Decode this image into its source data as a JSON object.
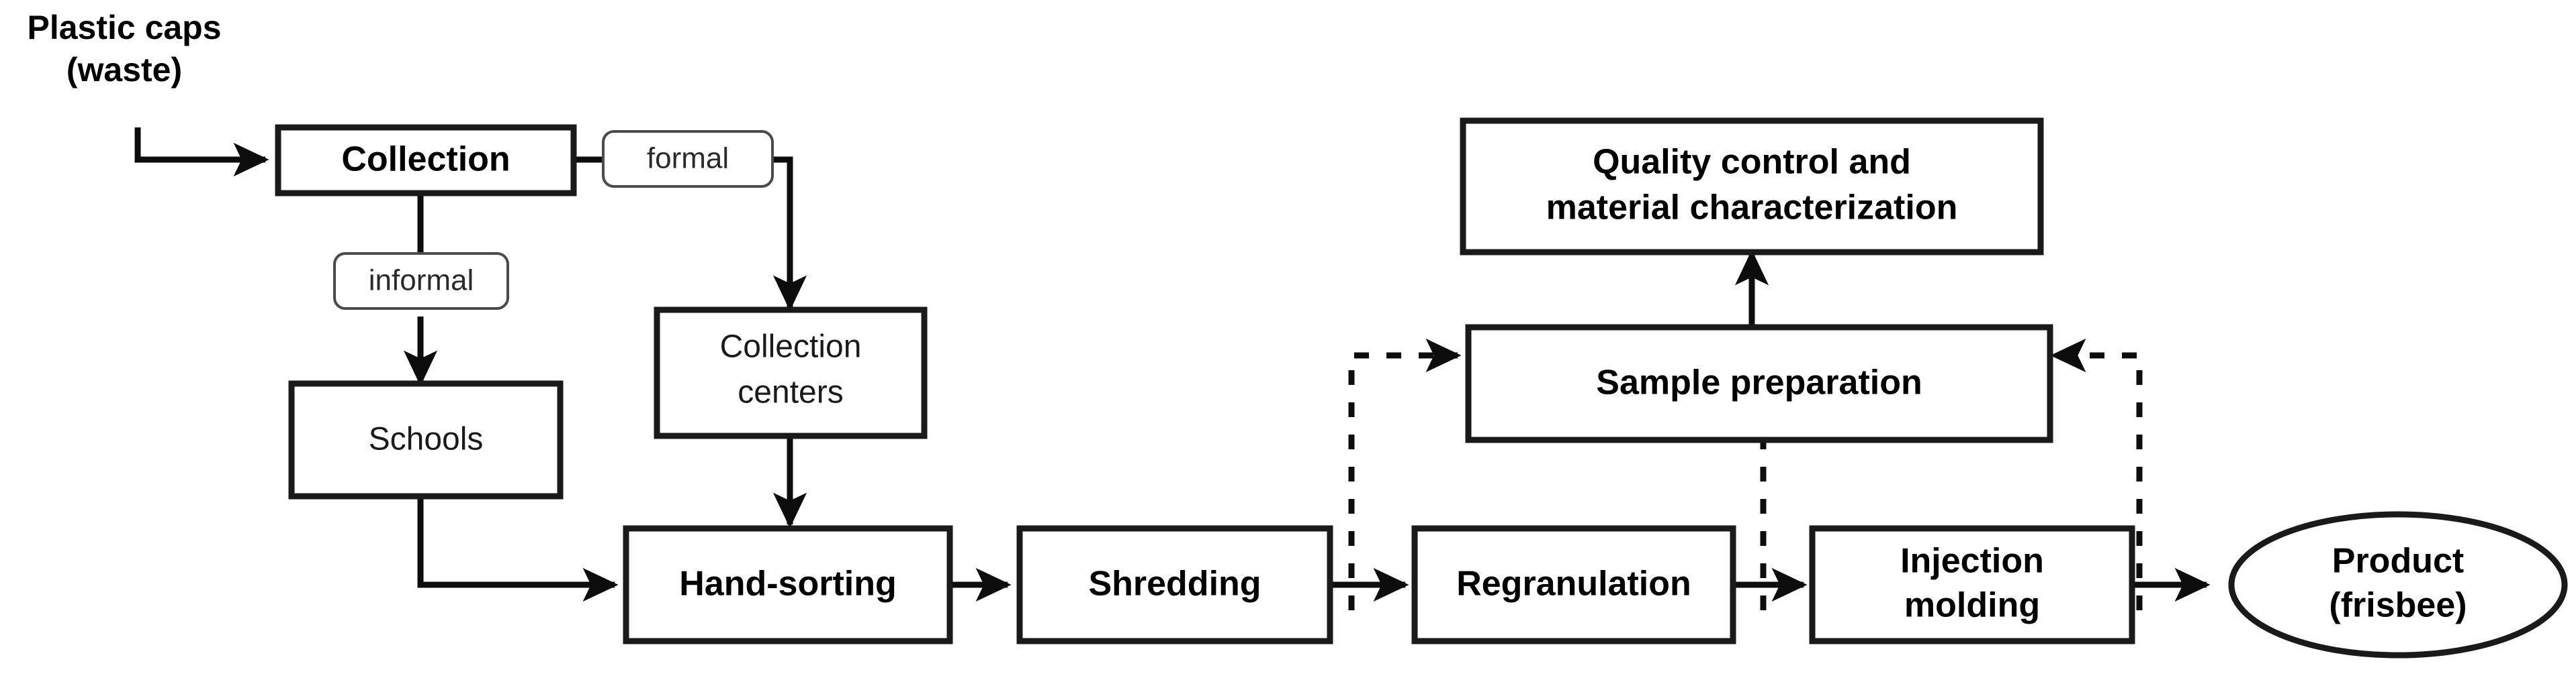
{
  "diagram": {
    "title_caption": {
      "line1": "Plastic caps",
      "line2": "(waste)"
    },
    "nodes": {
      "collection": {
        "label": "Collection"
      },
      "schools": {
        "label": "Schools"
      },
      "collection_centers": {
        "line1": "Collection",
        "line2": "centers"
      },
      "hand_sorting": {
        "label": "Hand-sorting"
      },
      "shredding": {
        "label": "Shredding"
      },
      "regranulation": {
        "label": "Regranulation"
      },
      "injection_molding": {
        "line1": "Injection",
        "line2": "molding"
      },
      "sample_preparation": {
        "label": "Sample preparation"
      },
      "quality_control": {
        "line1": "Quality control and",
        "line2": "material characterization"
      },
      "product": {
        "line1": "Product",
        "line2": "(frisbee)"
      }
    },
    "edge_labels": {
      "formal": "formal",
      "informal": "informal"
    },
    "colors": {
      "stroke": "#0d0d0d",
      "node_border": "#1a1a1a",
      "tag_border": "#4a4a4a",
      "background": "#ffffff",
      "text": "#000000"
    }
  }
}
